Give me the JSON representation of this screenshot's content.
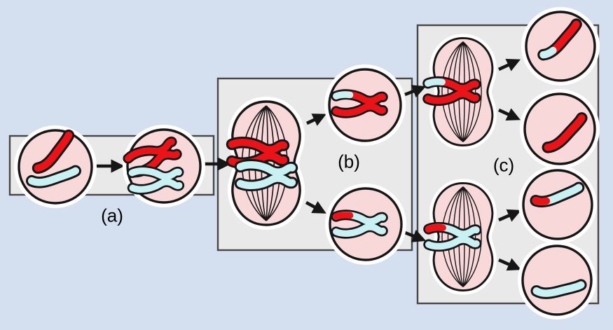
{
  "labels": {
    "a": "(a)",
    "b": "(b)",
    "c": "(c)"
  },
  "colors": {
    "bg": "#d4dff0",
    "panel-fill": "#e9e9e9",
    "panel-border": "#474747",
    "cell-fill": "#f9d8da",
    "ink": "#161616",
    "halo": "#ffffff",
    "red": "#eb1317",
    "blue": "#c9f1f4",
    "label": "#000000"
  }
}
